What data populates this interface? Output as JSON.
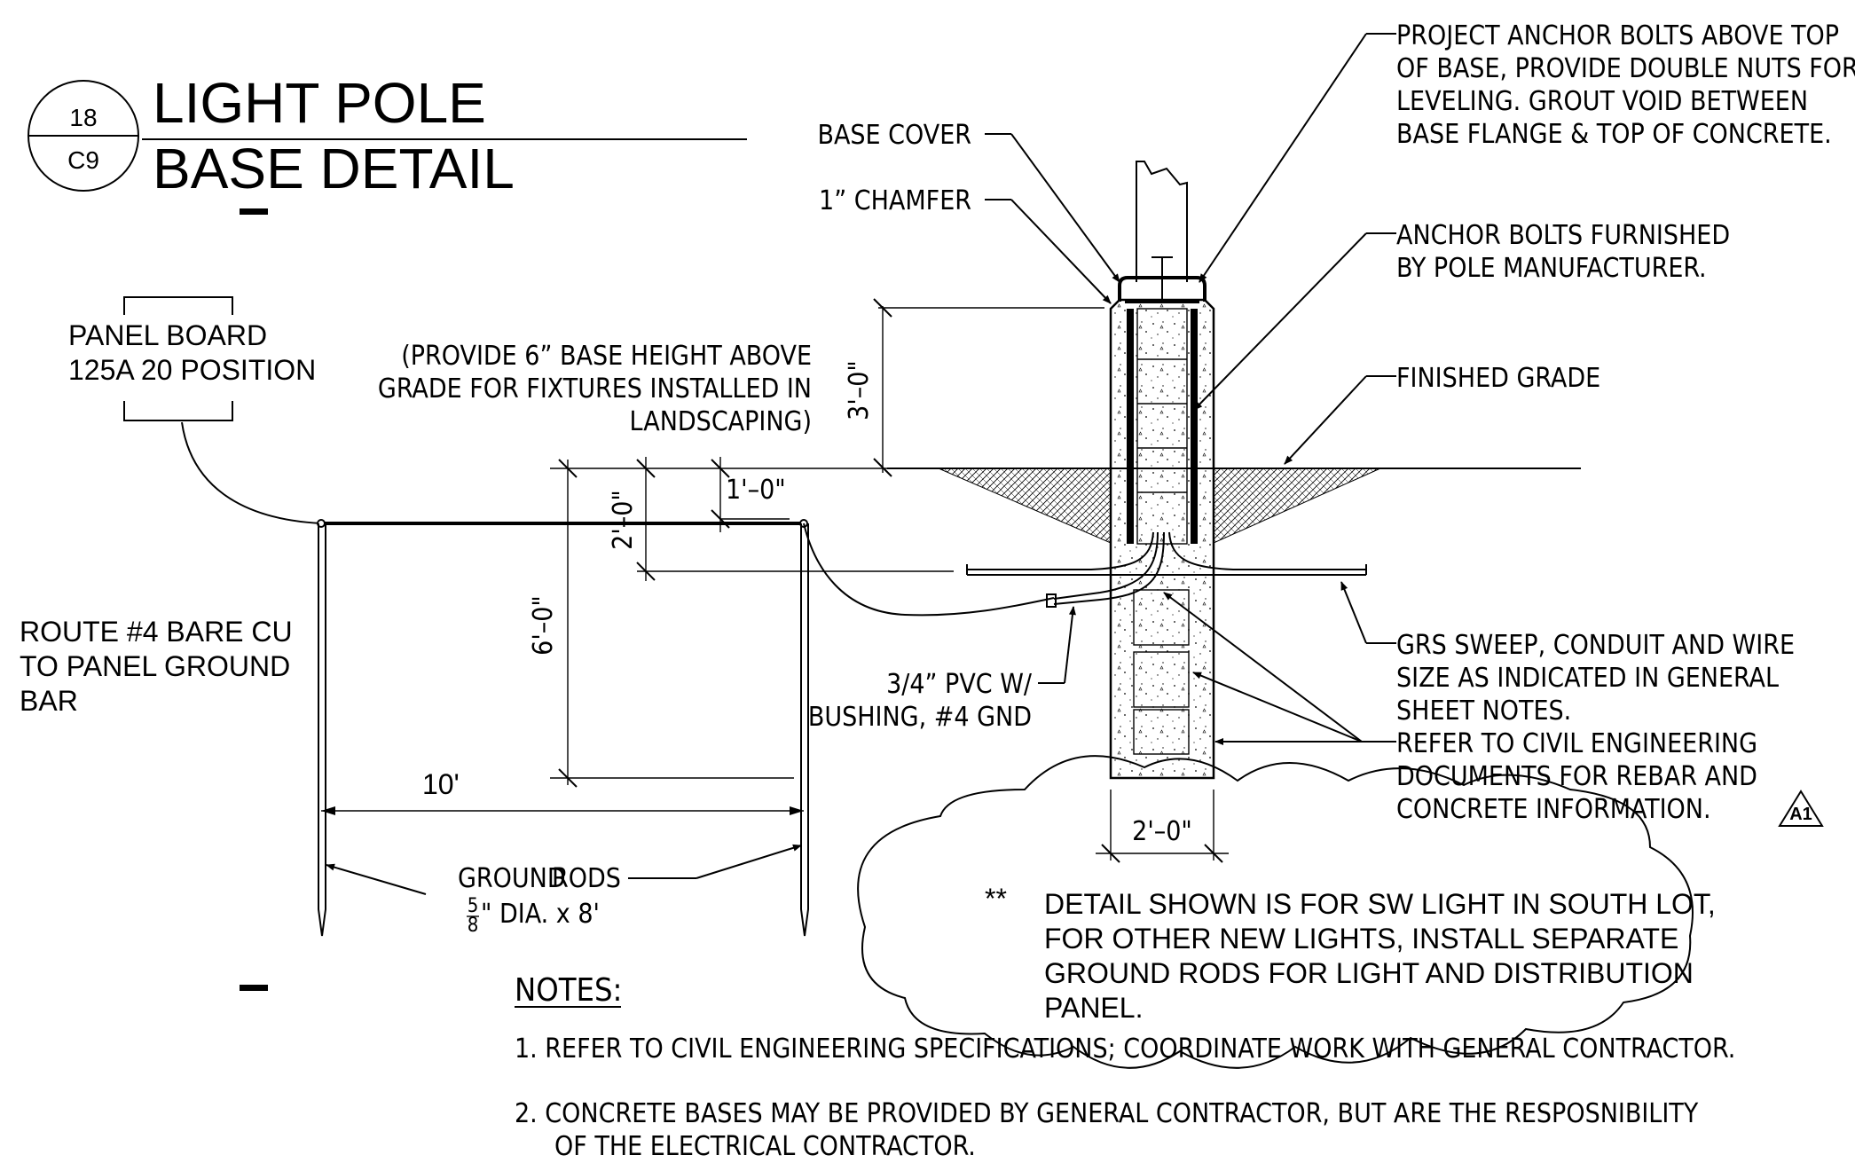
{
  "title": {
    "line1": "LIGHT POLE",
    "line2": "BASE DETAIL",
    "detail_number": "18",
    "sheet": "C9"
  },
  "panel_board": {
    "line1": "PANEL BOARD",
    "line2": "125A 20 POSITION"
  },
  "route_note": {
    "line1": "ROUTE #4 BARE CU",
    "line2": "TO PANEL GROUND",
    "line3": "BAR"
  },
  "base_height_note": {
    "line1": "(PROVIDE 6” BASE HEIGHT ABOVE",
    "line2": "GRADE FOR FIXTURES INSTALLED IN",
    "line3": "LANDSCAPING)"
  },
  "dimensions": {
    "above_grade": "3'–0\"",
    "conduit_depth": "2'–0\"",
    "rod_offset": "1'–0\"",
    "base_depth": "6'–0\"",
    "rod_spacing": "10'",
    "base_width": "2'–0\""
  },
  "callouts": {
    "base_cover": "BASE COVER",
    "chamfer": "1” CHAMFER",
    "anchor_project": [
      "PROJECT ANCHOR BOLTS ABOVE TOP",
      "OF BASE, PROVIDE DOUBLE NUTS FOR",
      "LEVELING.  GROUT VOID BETWEEN",
      "BASE FLANGE & TOP OF CONCRETE."
    ],
    "anchor_furnished": [
      "ANCHOR BOLTS FURNISHED",
      "BY POLE MANUFACTURER."
    ],
    "finished_grade": "FINISHED GRADE",
    "grs_sweep": [
      "GRS SWEEP, CONDUIT AND WIRE",
      "SIZE AS INDICATED IN GENERAL",
      "SHEET NOTES."
    ],
    "refer_civil": [
      "REFER TO CIVIL ENGINEERING",
      "DOCUMENTS FOR REBAR AND",
      "CONCRETE INFORMATION."
    ],
    "pvc_line1": "3/4” PVC W/",
    "pvc_line2": "BUSHING, #4 GND",
    "ground_rods_word1": "GROUND",
    "ground_rods_word2": "RODS",
    "rod_frac_num": "5",
    "rod_frac_den": "8",
    "rod_size": "\" DIA. x 8'"
  },
  "revision": {
    "tag": "A1",
    "marker": "**",
    "text": [
      "DETAIL SHOWN IS FOR SW LIGHT IN SOUTH LOT,",
      "FOR OTHER NEW LIGHTS, INSTALL SEPARATE",
      "GROUND RODS FOR LIGHT AND DISTRIBUTION",
      "PANEL."
    ]
  },
  "notes": {
    "heading": "NOTES:",
    "n1": "1.  REFER TO CIVIL ENGINEERING SPECIFICATIONS; COORDINATE WORK WITH GENERAL CONTRACTOR.",
    "n2_line1": "2.  CONCRETE BASES MAY BE PROVIDED BY GENERAL CONTRACTOR, BUT ARE THE RESPOSNIBILITY",
    "n2_line2": "OF THE ELECTRICAL CONTRACTOR."
  }
}
